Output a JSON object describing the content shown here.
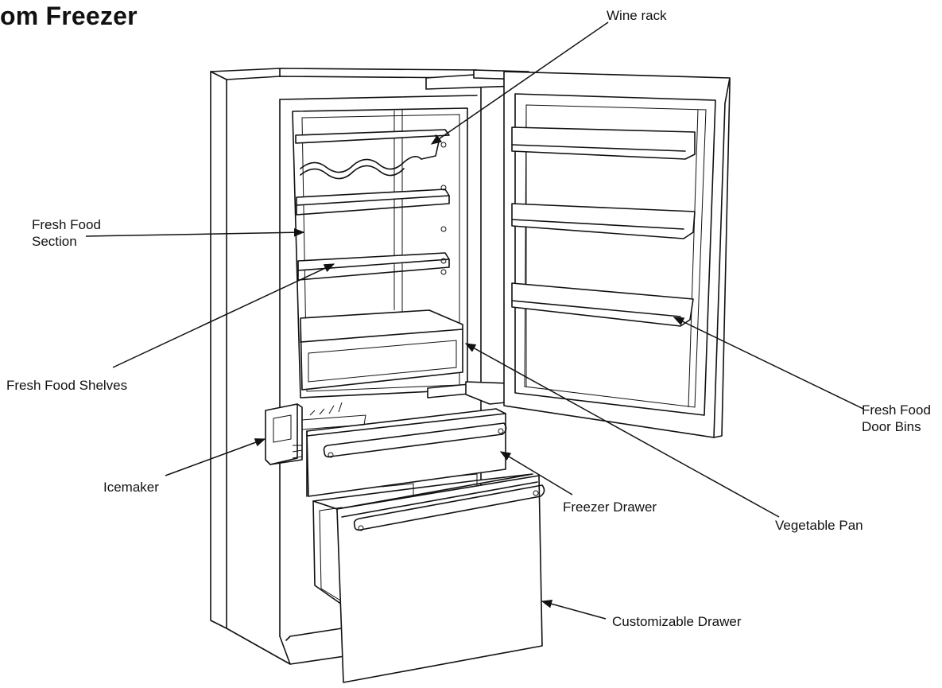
{
  "diagram": {
    "title": "om Freezer",
    "labels": {
      "wine_rack": "Wine rack",
      "fresh_food_section": [
        "Fresh Food",
        "Section"
      ],
      "fresh_food_shelves": "Fresh Food Shelves",
      "icemaker": "Icemaker",
      "freezer_drawer": "Freezer Drawer",
      "vegetable_pan": "Vegetable Pan",
      "fresh_food_door_bins": [
        "Fresh Food",
        "Door Bins"
      ],
      "customizable_drawer": "Customizable Drawer"
    }
  }
}
